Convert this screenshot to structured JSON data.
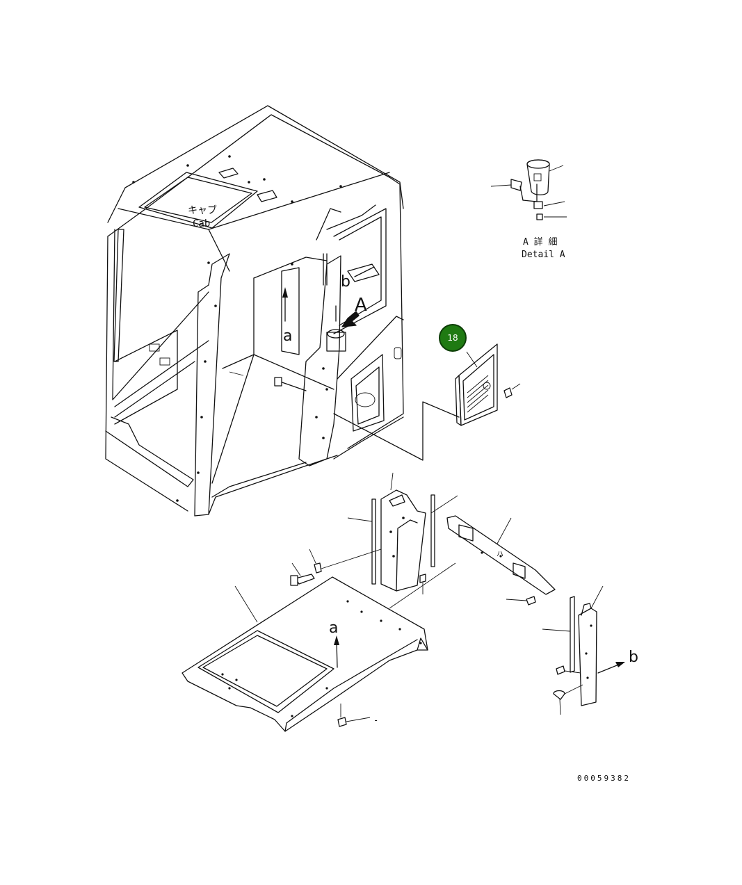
{
  "labels": {
    "cab_jp": "キャブ",
    "cab_en": "Cab",
    "detail_jp": "A 詳 細",
    "detail_en": "Detail A",
    "view_a": "A",
    "arrow_a_upper": "a",
    "arrow_a_lower": "a",
    "arrow_b_upper": "b",
    "arrow_b_lower": "b",
    "kana_ha": "ハ",
    "dash_mark": "-",
    "drawing_number": "00059382"
  },
  "callouts": [
    {
      "number": "18"
    }
  ],
  "colors": {
    "callout_fill": "#1f7a12",
    "line": "#111111",
    "background": "#ffffff"
  }
}
